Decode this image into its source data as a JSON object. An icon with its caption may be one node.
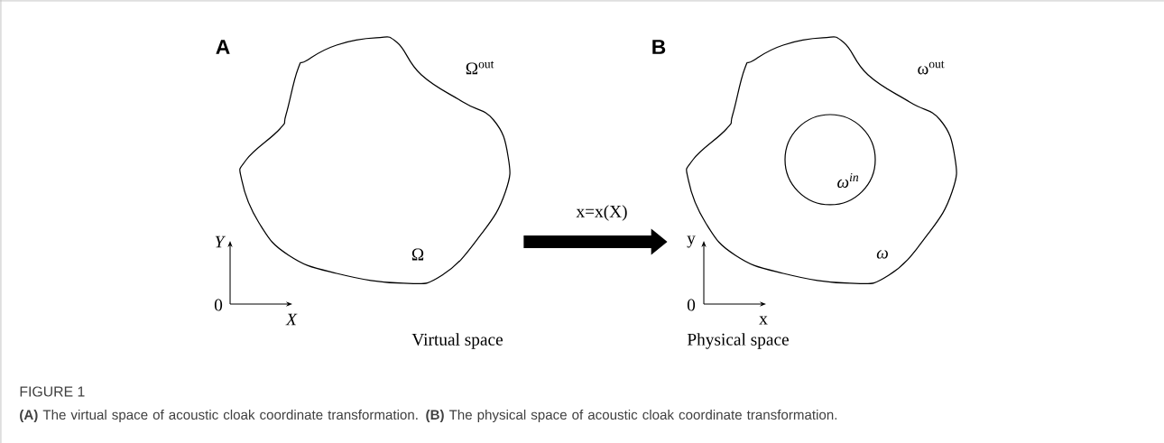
{
  "diagram": {
    "title": "FIGURE 1",
    "caption": "**(A)** The virtual space of acoustic cloak coordinate transformation. **(B)** The physical space of acoustic cloak coordinate transformation.",
    "nodes": [
      {
        "text": [
          "Ω"
        ]
      },
      {
        "text": [
          "ω"
        ]
      },
      {
        "text": [
          "ω$^{in}$"
        ],
        "in": 1
      }
    ],
    "edges": [
      {
        "from": 0,
        "to": 1,
        "arrow": "to",
        "label": "x=x(X)"
      }
    ],
    "labels": [
      "A",
      "Ω$^{out}$",
      "B",
      "ω$^{out}$",
      "Y",
      "y",
      "0",
      "X",
      "0",
      "x",
      "Virtual space",
      "Physical space"
    ]
  }
}
